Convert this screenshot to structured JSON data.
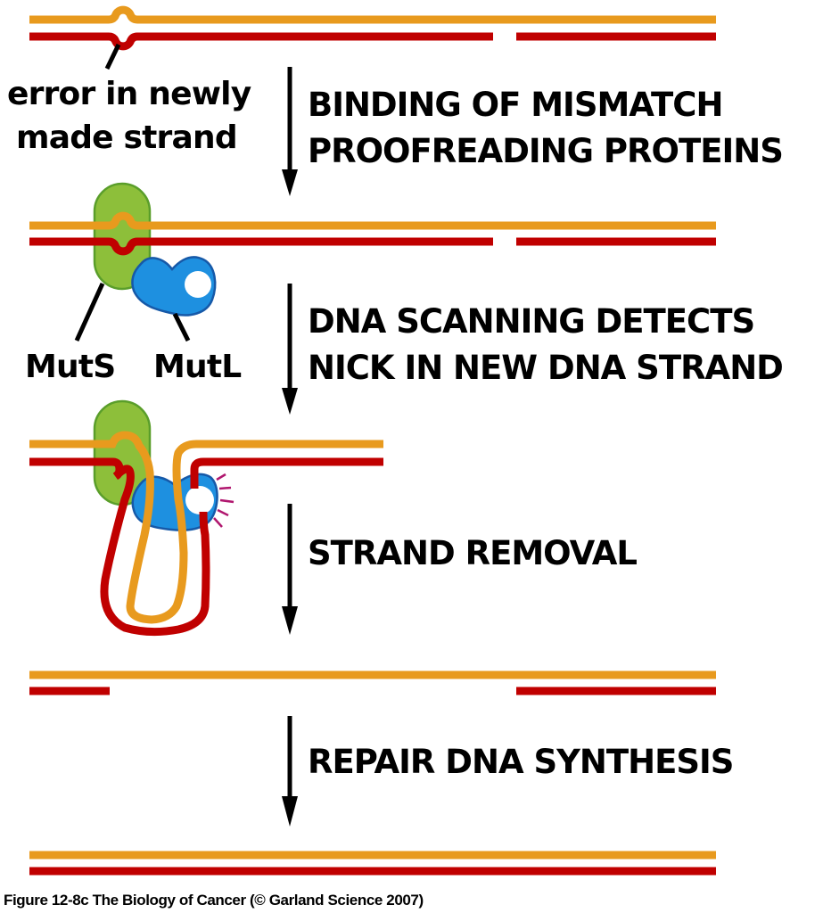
{
  "colors": {
    "parental_strand": "#E89A1E",
    "new_strand": "#C00000",
    "muts": "#8DBF3A",
    "muts_outline": "#5A9E2A",
    "mutl": "#1E90E0",
    "mutl_outline": "#1659A8",
    "nick_burst": "#B0166E",
    "arrow": "#000000"
  },
  "annotations": {
    "error_label_line1": "error in newly",
    "error_label_line2": "made strand",
    "muts_label": "MutS",
    "mutl_label": "MutL"
  },
  "steps": [
    {
      "line1": "BINDING OF MISMATCH",
      "line2": "PROOFREADING PROTEINS"
    },
    {
      "line1": "DNA SCANNING DETECTS",
      "line2": "NICK IN NEW DNA STRAND"
    },
    {
      "line1": "STRAND REMOVAL",
      "line2": ""
    },
    {
      "line1": "REPAIR DNA SYNTHESIS",
      "line2": ""
    }
  ],
  "caption": "Figure 12-8c  The Biology of Cancer (© Garland Science 2007)"
}
